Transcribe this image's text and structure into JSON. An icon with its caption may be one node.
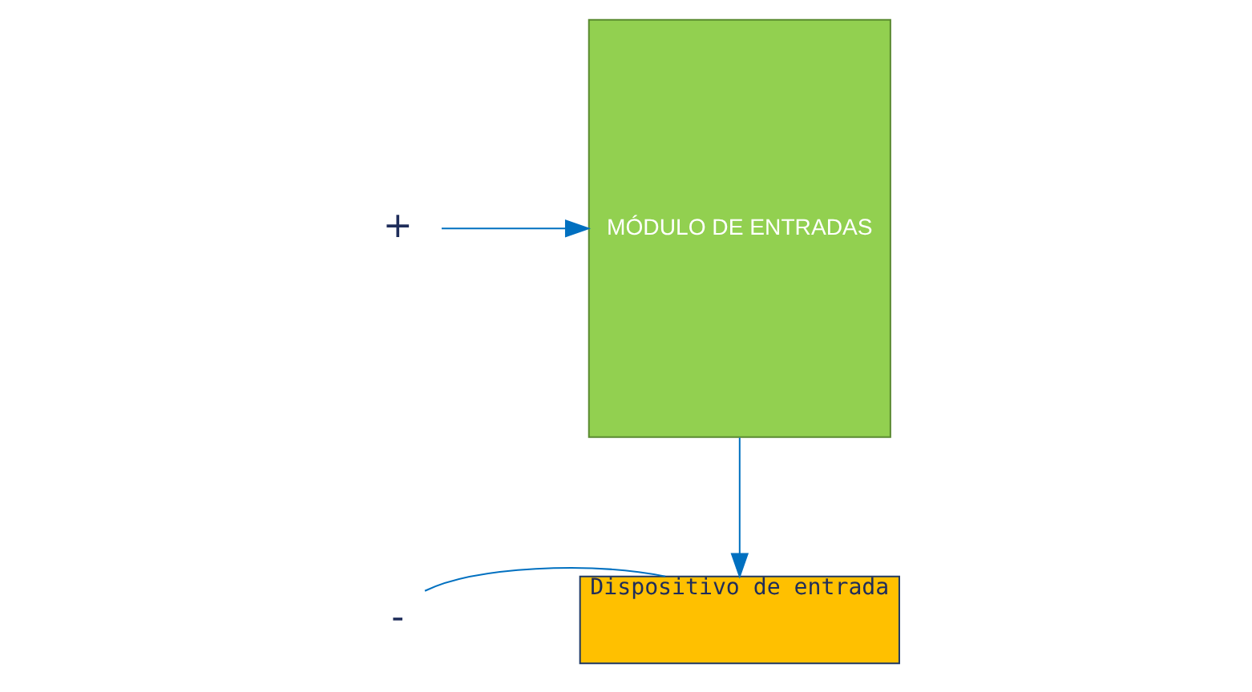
{
  "diagram": {
    "nodes": [
      {
        "text": [
          "+"
        ]
      },
      {
        "text": [
          "MÓDULO DE ENTRADAS"
        ]
      },
      {
        "text": [
          "-"
        ]
      },
      {
        "text": [
          "Dispositivo de entrada"
        ]
      }
    ],
    "edges": [
      {
        "from": 0,
        "to": 1,
        "arrow": "to"
      },
      {
        "from": 1,
        "to": 3,
        "arrow": "to"
      },
      {
        "from": 3,
        "to": 2,
        "arrow": "none"
      }
    ]
  }
}
